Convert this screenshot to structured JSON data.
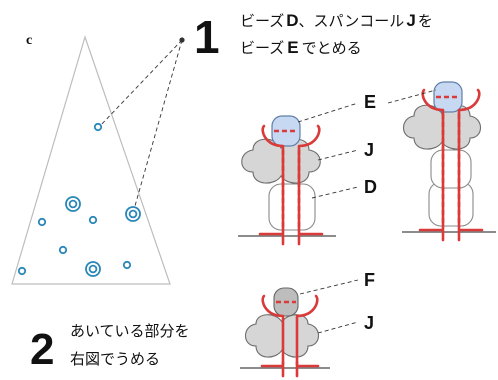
{
  "panel_label": "c",
  "step1": {
    "number": "1",
    "line1_a": "ビーズ",
    "bead_d": "D",
    "line1_b": "、スパンコール",
    "sequin_j": "J",
    "line1_c": "を",
    "line2_a": "ビーズ",
    "bead_e": "E",
    "line2_b": "でとめる"
  },
  "step2": {
    "number": "2",
    "line1": "あいている部分を",
    "line2": "右図でうめる"
  },
  "callouts": {
    "e_left": "E",
    "j_left": "J",
    "d_left": "D",
    "e_right": "E",
    "f": "F",
    "j_bottom": "J"
  },
  "colors": {
    "thread": "#d93a3a",
    "bead_e_fill": "#c7d9f2",
    "bead_f_fill": "#bdbdbd",
    "sequin_fill": "#d6d6d6",
    "dot_ring": "#2a86b8",
    "triangle": "#bdbdbd"
  }
}
